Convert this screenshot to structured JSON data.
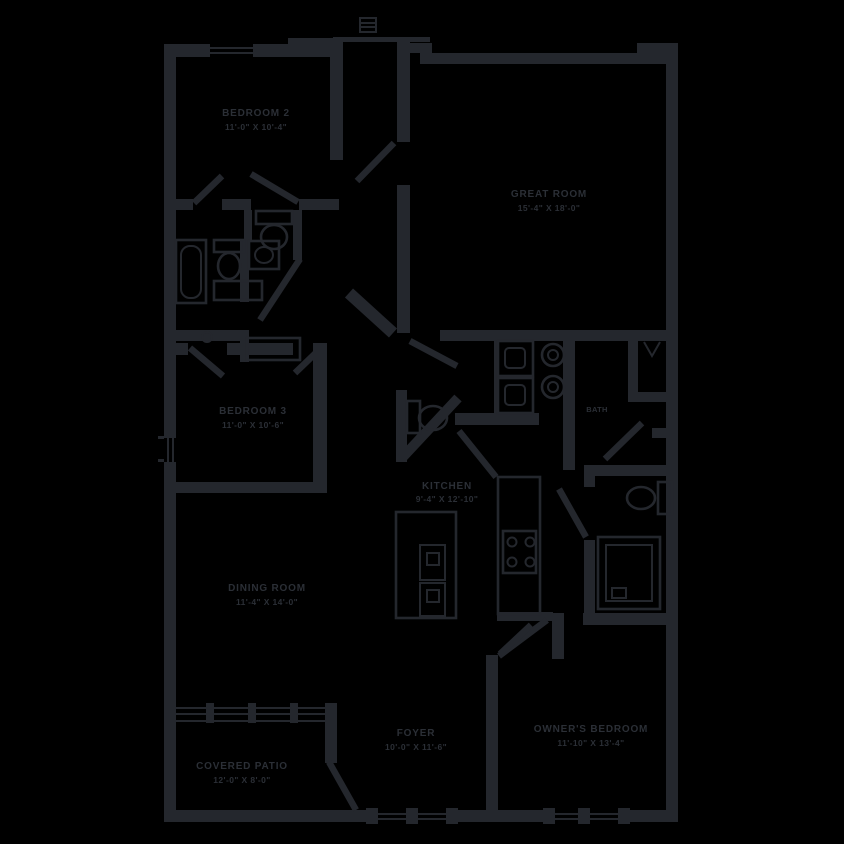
{
  "floor_plan": {
    "background_color": "#000000",
    "line_color": "#24272d",
    "text_color": "#2b2f36",
    "rooms": {
      "bedroom_2": {
        "name": "BEDROOM 2",
        "dims": "11'-0\" X 10'-4\""
      },
      "great_room": {
        "name": "GREAT ROOM",
        "dims": "15'-4\" X 18'-0\""
      },
      "bedroom_3": {
        "name": "BEDROOM 3",
        "dims": "11'-0\" X 10'-6\""
      },
      "kitchen": {
        "name": "KITCHEN",
        "dims": "9'-4\" X 12'-10\""
      },
      "dining_room": {
        "name": "DINING ROOM",
        "dims": "11'-4\" X 14'-0\""
      },
      "covered_patio": {
        "name": "COVERED PATIO",
        "dims": "12'-0\" X 8'-0\""
      },
      "foyer": {
        "name": "FOYER",
        "dims": "10'-0\" X 11'-6\""
      },
      "owners_bedroom": {
        "name": "OWNER'S BEDROOM",
        "dims": "11'-10\" X 13'-4\""
      },
      "bath": {
        "name": "BATH"
      }
    }
  }
}
